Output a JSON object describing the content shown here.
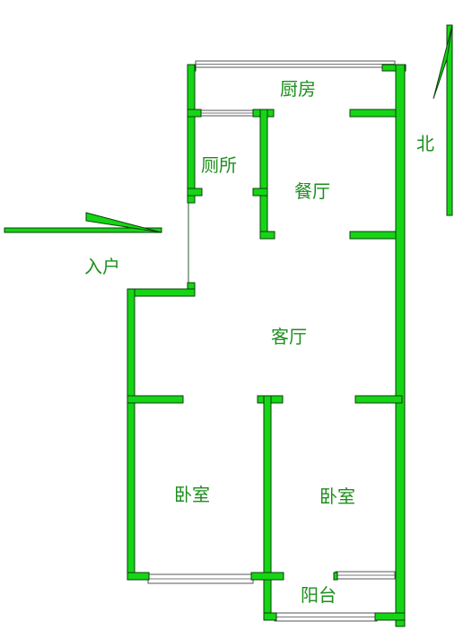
{
  "floorplan": {
    "rooms": {
      "kitchen": "厨房",
      "toilet": "厕所",
      "dining": "餐厅",
      "living": "客厅",
      "bedroom_left": "卧室",
      "bedroom_right": "卧室",
      "balcony": "阳台"
    },
    "entrance_label": "入户",
    "north_label": "北"
  },
  "colors": {
    "wall": "#15d615",
    "label": "#1c8f1c"
  }
}
